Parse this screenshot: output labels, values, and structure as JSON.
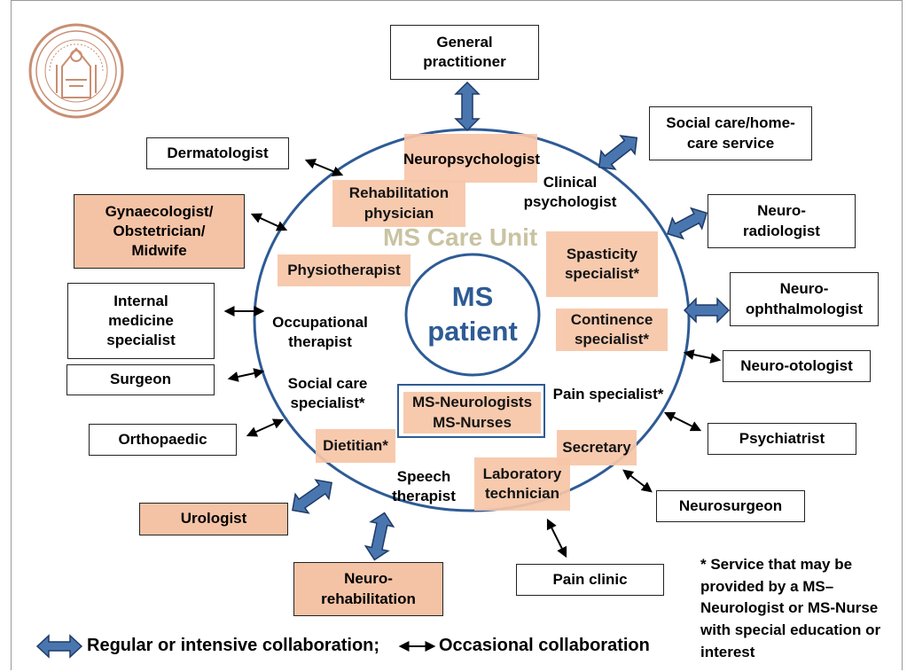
{
  "diagram": {
    "unit_title": "MS Care Unit",
    "patient_label": "MS\npatient",
    "inner_roles": {
      "neuropsychologist": "Neuropsychologist",
      "rehabilitation_physician": "Rehabilitation\nphysician",
      "clinical_psychologist": "Clinical\npsychologist",
      "spasticity_specialist": "Spasticity\nspecialist*",
      "physiotherapist": "Physiotherapist",
      "occupational_therapist": "Occupational\ntherapist",
      "continence_specialist": "Continence\nspecialist*",
      "social_care_specialist": "Social care\nspecialist*",
      "ms_neurologists_nurses": "MS-Neurologists\nMS-Nurses",
      "pain_specialist": "Pain specialist*",
      "dietitian": "Dietitian*",
      "secretary": "Secretary",
      "speech_therapist": "Speech\ntherapist",
      "laboratory_technician": "Laboratory\ntechnician"
    },
    "outer_specialists": {
      "general_practitioner": "General\npractitioner",
      "social_care_home_care": "Social care/home-\ncare service",
      "dermatologist": "Dermatologist",
      "neuro_radiologist": "Neuro-\nradiologist",
      "gynaecologist": "Gynaecologist/\nObstetrician/\nMidwife",
      "neuro_ophthalmologist": "Neuro-\nophthalmologist",
      "internal_medicine": "Internal\nmedicine\nspecialist",
      "neuro_otologist": "Neuro-otologist",
      "surgeon": "Surgeon",
      "psychiatrist": "Psychiatrist",
      "orthopaedic": "Orthopaedic",
      "neurosurgeon": "Neurosurgeon",
      "urologist": "Urologist",
      "pain_clinic": "Pain clinic",
      "neuro_rehabilitation": "Neuro-\nrehabilitation"
    },
    "footnote": "* Service that may be\nprovided by a MS–\nNeurologist or MS-Nurse\nwith special education or\ninterest",
    "legend": {
      "regular": "Regular or intensive collaboration;",
      "occasional": "Occasional collaboration"
    },
    "colors": {
      "circle": "#2e5b95",
      "highlight": "#f4c3a5",
      "unit_title": "#c9c3a1",
      "logo": "#c98e73",
      "thick_arrow": "#4a76b0"
    }
  }
}
